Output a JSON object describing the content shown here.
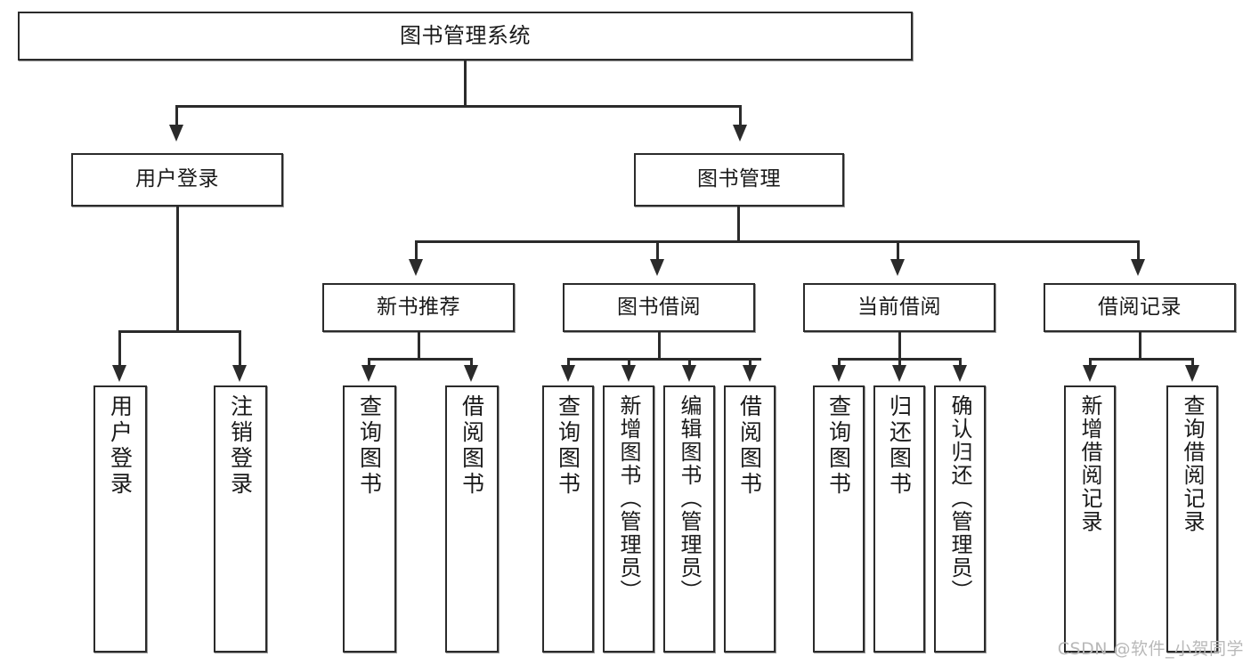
{
  "diagram": {
    "type": "tree-hierarchy",
    "title": "图书管理系统",
    "root": {
      "label": "图书管理系统"
    },
    "level1": [
      {
        "label": "用户登录"
      },
      {
        "label": "图书管理"
      }
    ],
    "level2": [
      {
        "label": "新书推荐"
      },
      {
        "label": "图书借阅"
      },
      {
        "label": "当前借阅"
      },
      {
        "label": "借阅记录"
      }
    ],
    "leaves": {
      "user_login": [
        {
          "label": "用户登录"
        },
        {
          "label": "注销登录"
        }
      ],
      "new_book_recommend": [
        {
          "label": "查询图书"
        },
        {
          "label": "借阅图书"
        }
      ],
      "book_borrow": [
        {
          "label": "查询图书"
        },
        {
          "label": "新增图书（管理员）"
        },
        {
          "label": "编辑图书（管理员）"
        },
        {
          "label": "借阅图书"
        }
      ],
      "current_borrow": [
        {
          "label": "查询图书"
        },
        {
          "label": "归还图书"
        },
        {
          "label": "确认归还（管理员）"
        }
      ],
      "borrow_record": [
        {
          "label": "新增借阅记录"
        },
        {
          "label": "查询借阅记录"
        }
      ]
    }
  },
  "watermark": {
    "text": "CSDN @软件_小贺同学"
  },
  "colors": {
    "stroke": "#2b2b2b",
    "fill": "#ffffff",
    "text": "#1a1a1a",
    "watermark": "#b9b9b9"
  }
}
